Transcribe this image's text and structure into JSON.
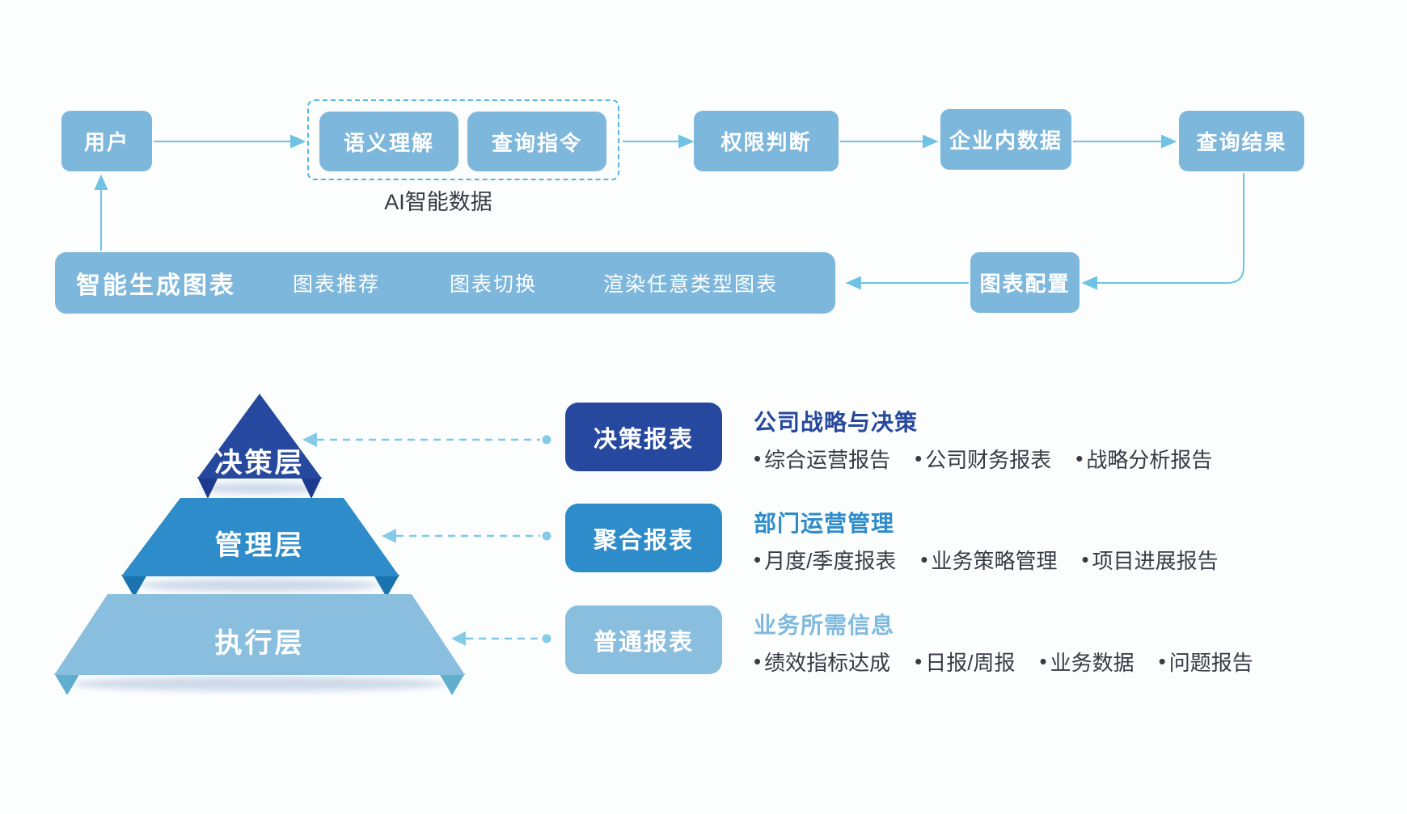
{
  "flow": {
    "user_label": "用户",
    "ai_group": {
      "caption": "AI智能数据",
      "semantic_label": "语义理解",
      "query_label": "查询指令"
    },
    "permission_label": "权限判断",
    "enterprise_data_label": "企业内数据",
    "query_result_label": "查询结果",
    "chart_config_label": "图表配置"
  },
  "generate_bar": {
    "title": "智能生成图表",
    "features": [
      "图表推荐",
      "图表切换",
      "渲染任意类型图表"
    ]
  },
  "pyramid": {
    "tiers": [
      {
        "label": "决策层",
        "color": "#26489e"
      },
      {
        "label": "管理层",
        "color": "#2e8ccb"
      },
      {
        "label": "执行层",
        "color": "#8abedf"
      }
    ]
  },
  "reports": [
    {
      "badge": "决策报表",
      "title": "公司战略与决策",
      "bullets": [
        "综合运营报告",
        "公司财务报表",
        "战略分析报告"
      ]
    },
    {
      "badge": "聚合报表",
      "title": "部门运营管理",
      "bullets": [
        "月度/季度报表",
        "业务策略管理",
        "项目进展报告"
      ]
    },
    {
      "badge": "普通报表",
      "title": "业务所需信息",
      "bullets": [
        "绩效指标达成",
        "日报/周报",
        "业务数据",
        "问题报告"
      ]
    }
  ],
  "ui": {
    "bullet_marker": "•"
  },
  "colors": {
    "box_light_blue": "#7eb7dc",
    "arrow_blue": "#6fc2e4",
    "dashed_border_blue": "#55b4e0",
    "dashed_arrow_blue": "#7fc8ea",
    "navy": "#26489e",
    "mid_blue": "#2e8ccb",
    "tier_light_blue": "#8abedf",
    "text_dark": "#363b44",
    "background": "#fcfefe"
  }
}
